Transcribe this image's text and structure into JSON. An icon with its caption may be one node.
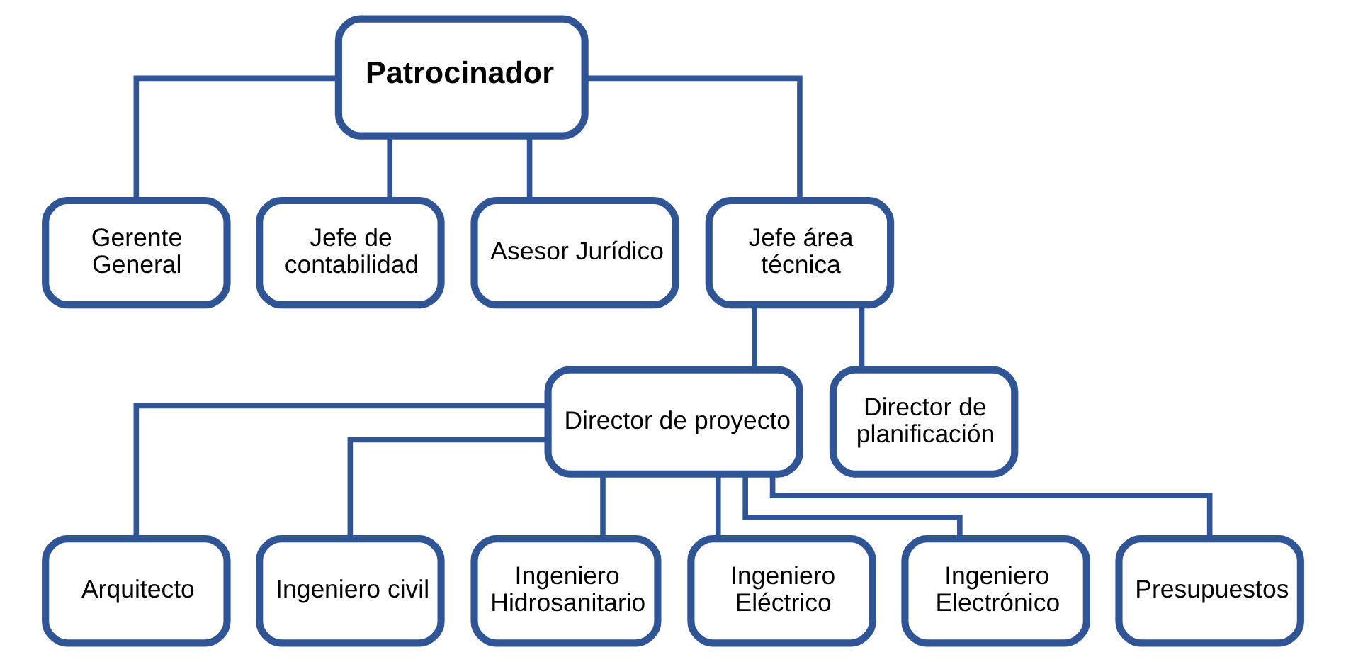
{
  "diagram": {
    "nodes": [
      {
        "text": [
          "Patrocinador"
        ]
      },
      {
        "text": [
          "Gerente General"
        ]
      },
      {
        "text": [
          "Jefe de contabilidad"
        ]
      },
      {
        "text": [
          "Asesor Jurídico"
        ]
      },
      {
        "text": [
          "Jefe área técnica"
        ]
      },
      {
        "text": [
          "Director de proyecto"
        ]
      },
      {
        "text": [
          "Director de planificación"
        ]
      },
      {
        "text": [
          "Arquitecto"
        ]
      },
      {
        "text": [
          "Ingeniero civil"
        ]
      },
      {
        "text": [
          "Ingeniero Hidrosanitario"
        ]
      },
      {
        "text": [
          "Ingeniero Eléctrico"
        ]
      },
      {
        "text": [
          "Ingeniero Electrónico"
        ]
      },
      {
        "text": [
          "Presupuestos"
        ]
      }
    ],
    "edges": [
      {
        "from": 0,
        "to": 1,
        "arrow": "none"
      },
      {
        "from": 0,
        "to": 2,
        "arrow": "none"
      },
      {
        "from": 0,
        "to": 3,
        "arrow": "none"
      },
      {
        "from": 0,
        "to": 4,
        "arrow": "none"
      },
      {
        "from": 4,
        "to": 5,
        "arrow": "none"
      },
      {
        "from": 4,
        "to": 6,
        "arrow": "none"
      },
      {
        "from": 5,
        "to": 7,
        "arrow": "none"
      },
      {
        "from": 5,
        "to": 8,
        "arrow": "none"
      },
      {
        "from": 5,
        "to": 9,
        "arrow": "none"
      },
      {
        "from": 5,
        "to": 10,
        "arrow": "none"
      },
      {
        "from": 5,
        "to": 11,
        "arrow": "none"
      },
      {
        "from": 5,
        "to": 12,
        "arrow": "none"
      }
    ]
  }
}
